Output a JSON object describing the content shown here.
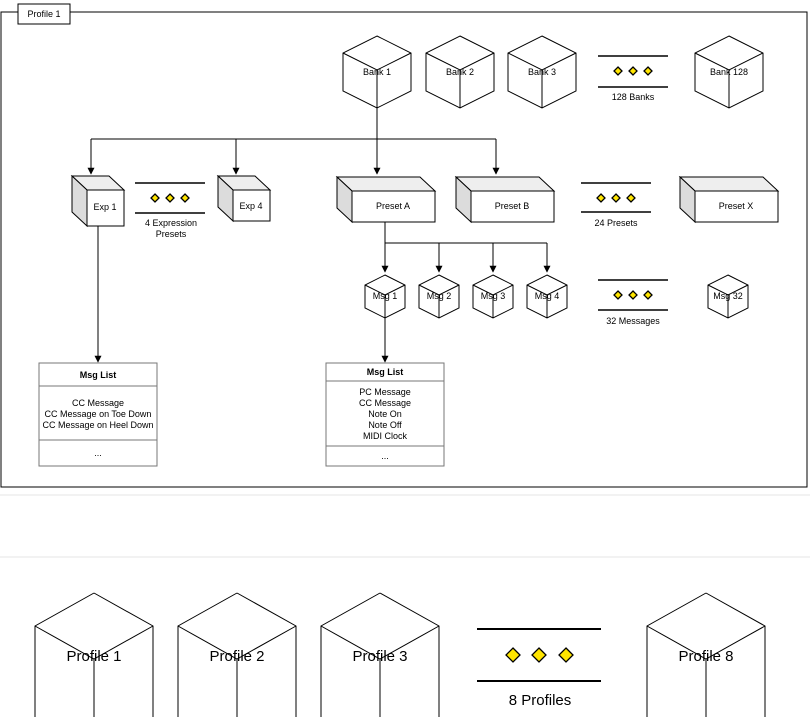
{
  "frame": {
    "label": "Profile 1"
  },
  "banks": {
    "items": [
      "Bank 1",
      "Bank 2",
      "Bank 3",
      "Bank 128"
    ],
    "ellipsis_caption": "128 Banks"
  },
  "expressions": {
    "items": [
      "Exp 1",
      "Exp 4"
    ],
    "ellipsis_caption_1": "4 Expression",
    "ellipsis_caption_2": "Presets"
  },
  "presets": {
    "items": [
      "Preset A",
      "Preset B",
      "Preset X"
    ],
    "ellipsis_caption": "24 Presets"
  },
  "messages": {
    "items": [
      "Msg 1",
      "Msg 2",
      "Msg 3",
      "Msg 4",
      "Msg 32"
    ],
    "ellipsis_caption": "32 Messages"
  },
  "exp_msg_list": {
    "title": "Msg List",
    "items": [
      "CC Message",
      "CC Message on Toe Down",
      "CC Message on Heel Down"
    ],
    "more": "..."
  },
  "preset_msg_list": {
    "title": "Msg List",
    "items": [
      "PC Message",
      "CC Message",
      "Note On",
      "Note Off",
      "MIDI Clock"
    ],
    "more": "..."
  },
  "profiles": {
    "items": [
      "Profile 1",
      "Profile 2",
      "Profile 3",
      "Profile 8"
    ],
    "ellipsis_caption": "8 Profiles"
  },
  "colors": {
    "diamond": "#ffe500",
    "stroke": "#000000",
    "side_fill": "#dcdcdc"
  }
}
